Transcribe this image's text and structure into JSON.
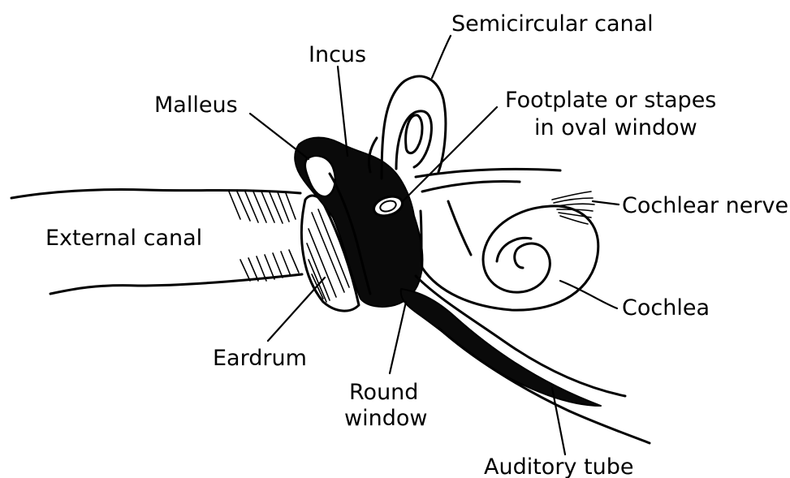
{
  "labels": {
    "semicircular_canal": "Semicircular canal",
    "incus": "Incus",
    "malleus": "Malleus",
    "footplate_line1": "Footplate or stapes",
    "footplate_line2": "in oval window",
    "cochlear_nerve": "Cochlear nerve",
    "external_canal": "External canal",
    "cochlea": "Cochlea",
    "eardrum": "Eardrum",
    "round_window_line1": "Round",
    "round_window_line2": "window",
    "auditory_tube": "Auditory tube"
  }
}
